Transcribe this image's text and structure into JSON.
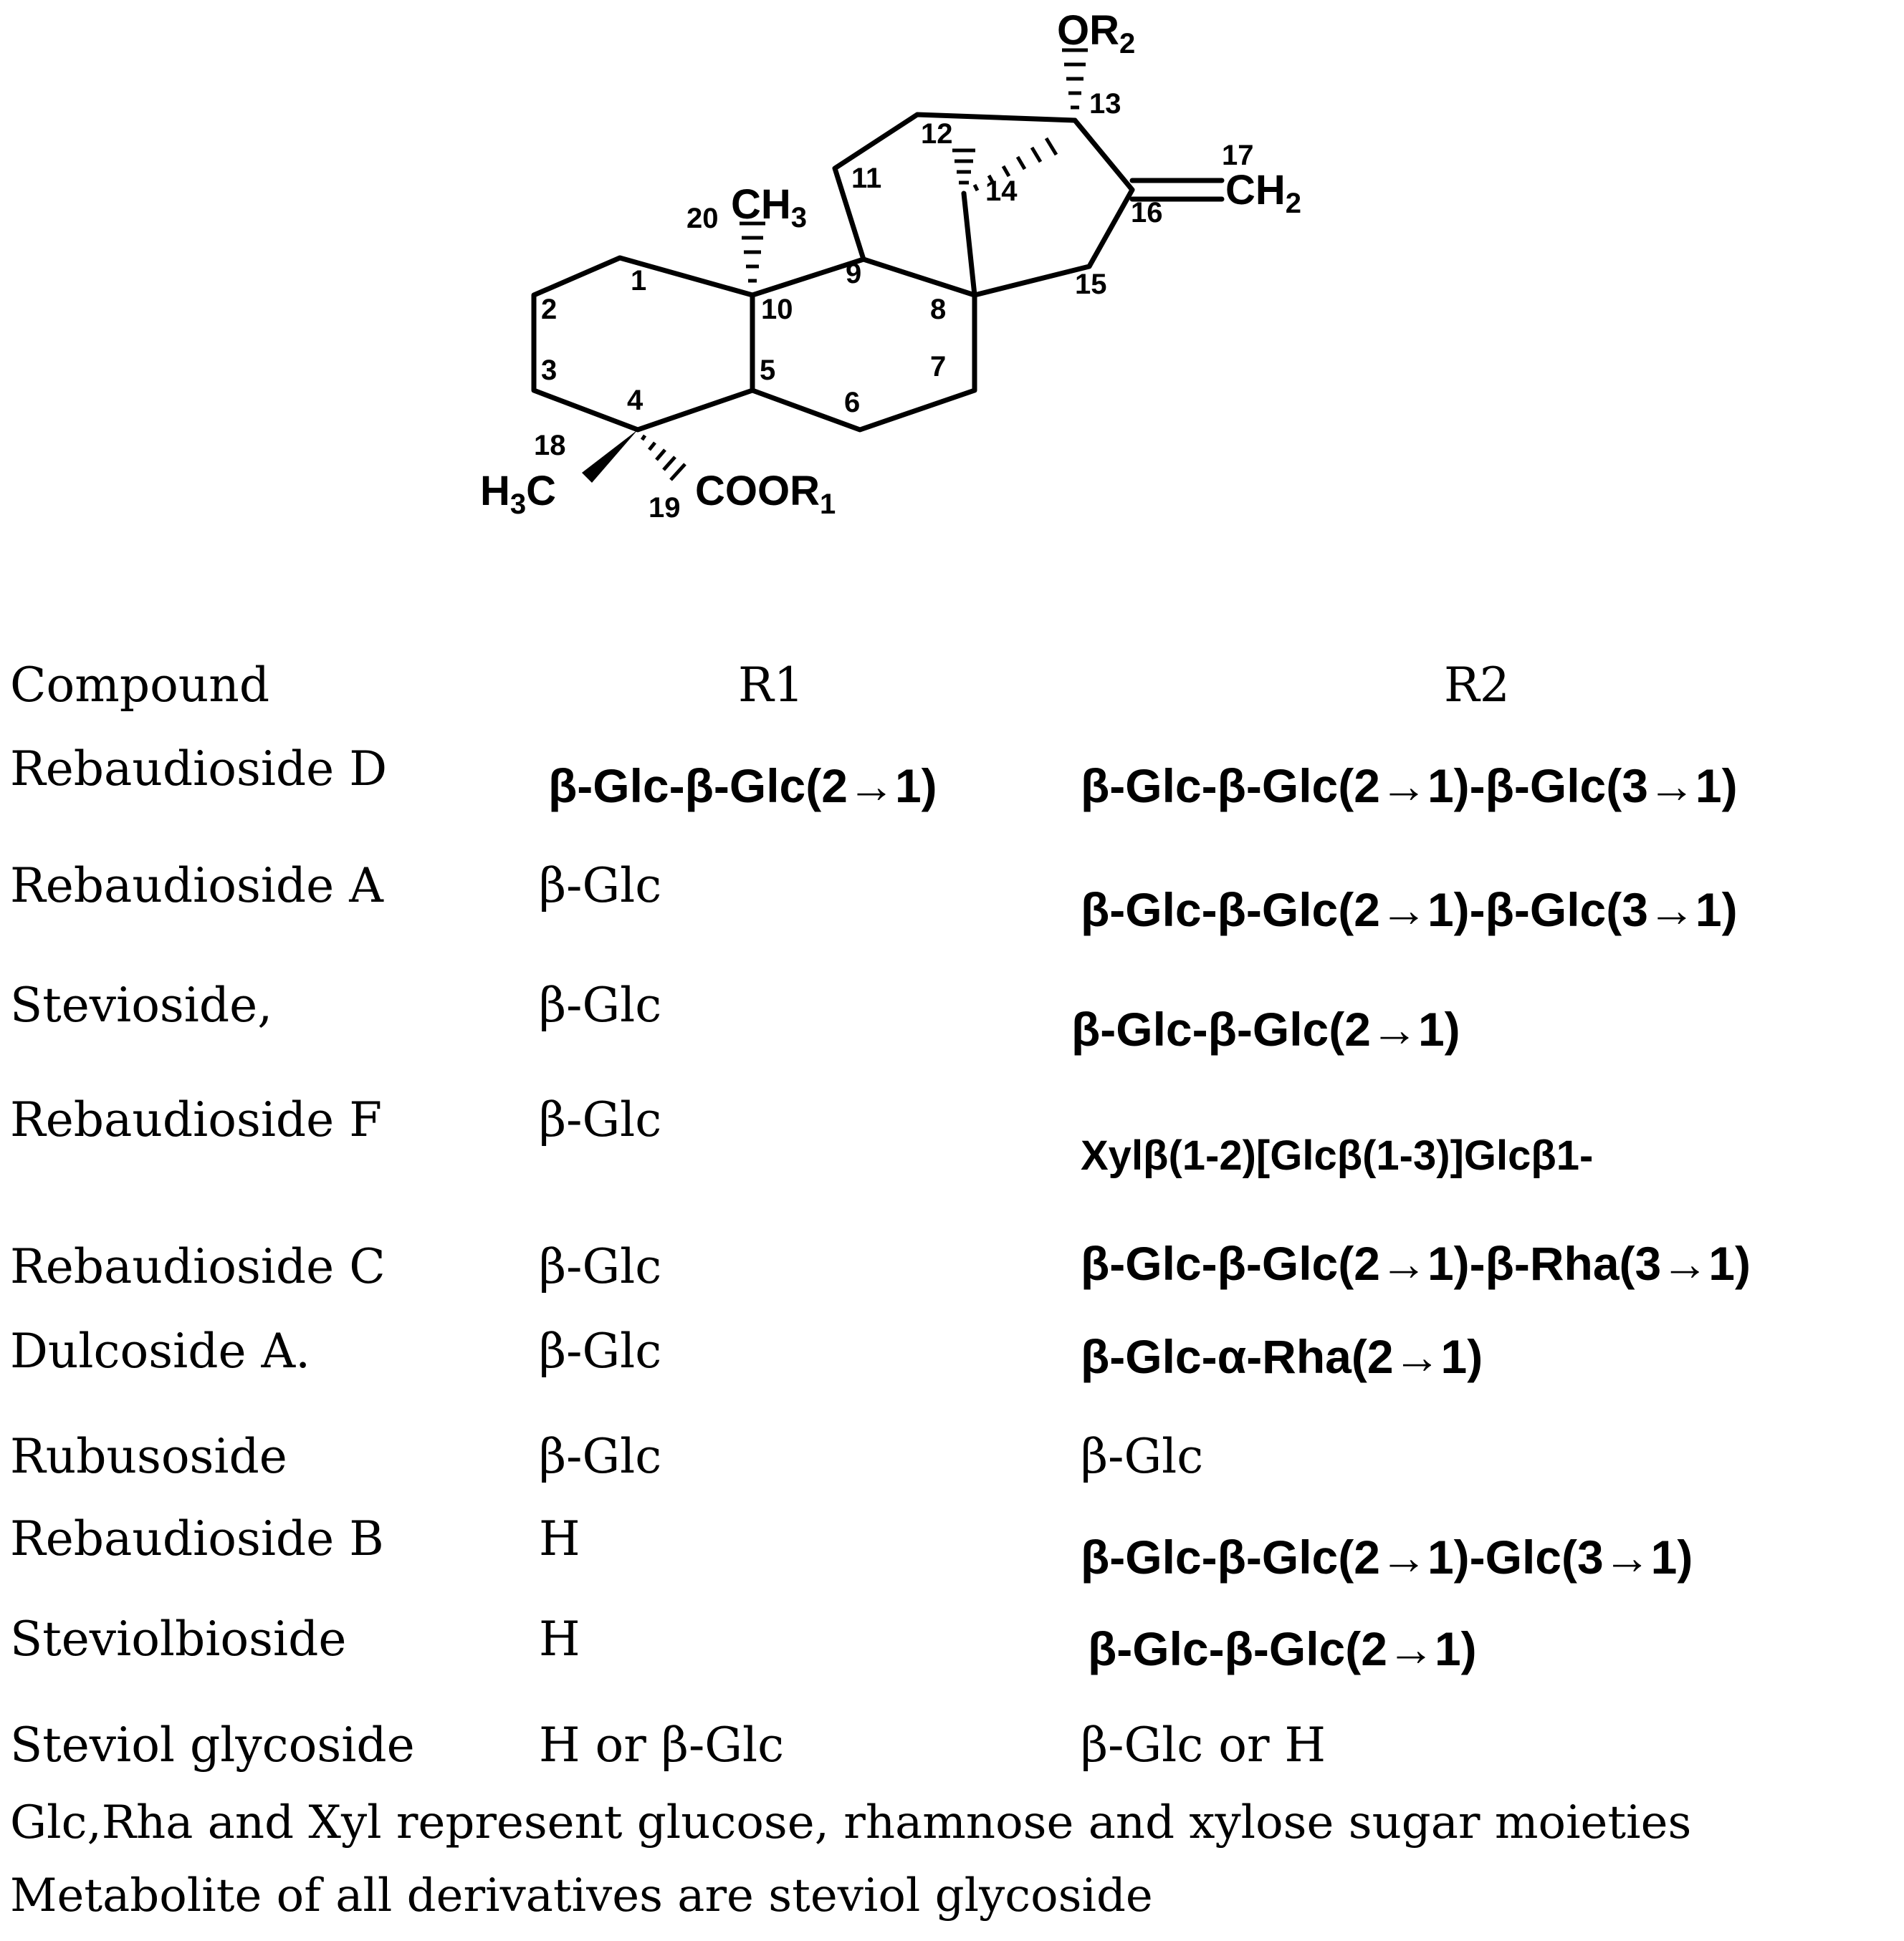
{
  "structure": {
    "groups": {
      "or2": "OR",
      "or2_sub": "2",
      "ch3": "CH",
      "ch3_sub": "3",
      "ch2": "CH",
      "ch2_sub": "2",
      "h3c": "H",
      "h3c_sub": "3",
      "h3c_c": "C",
      "coor1": "COOR",
      "coor1_sub": "1"
    },
    "atom_numbers": {
      "n1": "1",
      "n2": "2",
      "n3": "3",
      "n4": "4",
      "n5": "5",
      "n6": "6",
      "n7": "7",
      "n8": "8",
      "n9": "9",
      "n10": "10",
      "n11": "11",
      "n12": "12",
      "n13": "13",
      "n14": "14",
      "n15": "15",
      "n16": "16",
      "n17": "17",
      "n18": "18",
      "n19": "19",
      "n20": "20"
    }
  },
  "table": {
    "headers": {
      "compound": "Compound",
      "r1": "R1",
      "r2": "R2"
    },
    "rows": [
      {
        "compound": "Rebaudioside D",
        "r1": "β-Glc-β-Glc(2→1)",
        "r2": "β-Glc-β-Glc(2→1)-β-Glc(3→1)"
      },
      {
        "compound": "Rebaudioside A",
        "r1": "β-Glc",
        "r2": "β-Glc-β-Glc(2→1)-β-Glc(3→1)"
      },
      {
        "compound": "Stevioside,",
        "r1": "β-Glc",
        "r2": "β-Glc-β-Glc(2→1)"
      },
      {
        "compound": "Rebaudioside F",
        "r1": "β-Glc",
        "r2": "Xylβ(1-2)[Glcβ(1-3)]Glcβ1-"
      },
      {
        "compound": "Rebaudioside C",
        "r1": "β-Glc",
        "r2": "β-Glc-β-Glc(2→1)-β-Rha(3→1)"
      },
      {
        "compound": "Dulcoside A.",
        "r1": "β-Glc",
        "r2": "β-Glc-α-Rha(2→1)"
      },
      {
        "compound": "Rubusoside",
        "r1": "β-Glc",
        "r2": "β-Glc"
      },
      {
        "compound": "Rebaudioside B",
        "r1": "H",
        "r2": "β-Glc-β-Glc(2→1)-Glc(3→1)"
      },
      {
        "compound": "Steviolbioside",
        "r1": "H",
        "r2": "β-Glc-β-Glc(2→1)"
      },
      {
        "compound": "Steviol glycoside",
        "r1": "H or β-Glc",
        "r2": "β-Glc or H"
      }
    ]
  },
  "footnotes": {
    "line1": "Glc,Rha and Xyl represent glucose, rhamnose and xylose sugar moieties",
    "line2": "Metabolite of all derivatives are steviol glycoside"
  }
}
